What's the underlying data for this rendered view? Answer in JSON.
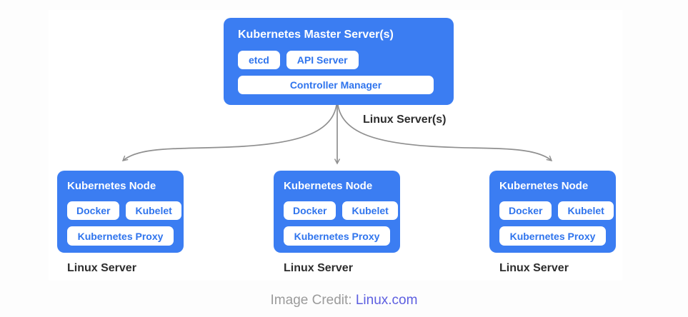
{
  "master": {
    "title": "Kubernetes Master Server(s)",
    "pills": [
      "etcd",
      "API Server"
    ],
    "wide_pill": "Controller Manager"
  },
  "edge_label": "Linux Server(s)",
  "nodes": [
    {
      "title": "Kubernetes Node",
      "pills": [
        "Docker",
        "Kubelet"
      ],
      "wide_pill": "Kubernetes Proxy",
      "caption": "Linux Server"
    },
    {
      "title": "Kubernetes Node",
      "pills": [
        "Docker",
        "Kubelet"
      ],
      "wide_pill": "Kubernetes Proxy",
      "caption": "Linux Server"
    },
    {
      "title": "Kubernetes Node",
      "pills": [
        "Docker",
        "Kubelet"
      ],
      "wide_pill": "Kubernetes Proxy",
      "caption": "Linux Server"
    }
  ],
  "footer": {
    "prefix": "Image Credit: ",
    "link": "Linux.com"
  },
  "colors": {
    "box_blue": "#3b7df2",
    "pill_text": "#2f74ed",
    "arrow": "#8f8f8f",
    "heading": "#2d2d2d",
    "credit": "#9b9b9b",
    "link": "#5c5ee0"
  }
}
